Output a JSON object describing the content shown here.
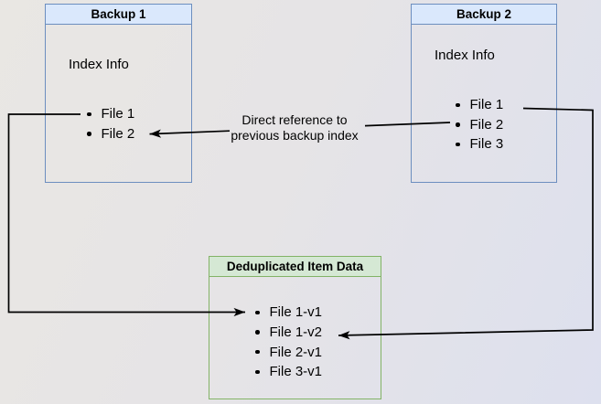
{
  "diagram": {
    "backup1": {
      "title": "Backup 1",
      "section_label": "Index Info",
      "files": [
        "File 1",
        "File 2"
      ]
    },
    "backup2": {
      "title": "Backup 2",
      "section_label": "Index Info",
      "files": [
        "File 1",
        "File 2",
        "File 3"
      ]
    },
    "dedup": {
      "title": "Deduplicated Item Data",
      "items": [
        "File 1-v1",
        "File 1-v2",
        "File 2-v1",
        "File 3-v1"
      ]
    },
    "connector_label": "Direct reference to previous backup index"
  },
  "colors": {
    "blue_fill": "#dae8fc",
    "blue_stroke": "#6c8ebf",
    "green_fill": "#d5e8d4",
    "green_stroke": "#82b366",
    "arrow": "#000000"
  }
}
